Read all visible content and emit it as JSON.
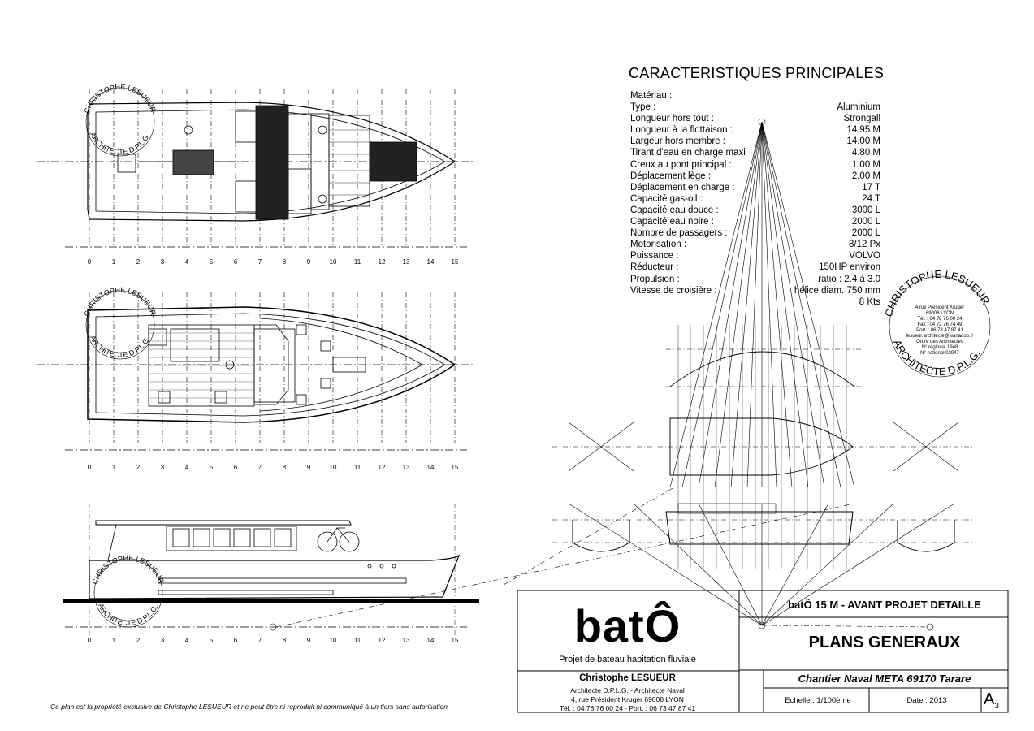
{
  "specs": {
    "title": "CARACTERISTIQUES PRINCIPALES",
    "rows": [
      {
        "label": "Matériau :",
        "value": ""
      },
      {
        "label": "Type :",
        "value": "Aluminium"
      },
      {
        "label": "Longueur hors tout :",
        "value": "Strongall"
      },
      {
        "label": "Longueur à la flottaison :",
        "value": "14.95 M"
      },
      {
        "label": "Largeur hors membre :",
        "value": "14.00 M"
      },
      {
        "label": "Tirant d'eau en charge maxi",
        "value": "4.80 M"
      },
      {
        "label": "Creux au pont principal :",
        "value": "1.00 M"
      },
      {
        "label": "Déplacement lège :",
        "value": "2.00 M"
      },
      {
        "label": "Déplacement en charge :",
        "value": "17 T"
      },
      {
        "label": "Capacité gas-oil :",
        "value": "24 T"
      },
      {
        "label": "Capacité eau douce :",
        "value": "3000 L"
      },
      {
        "label": "Capacité eau noire :",
        "value": "2000 L"
      },
      {
        "label": "Nombre de passagers :",
        "value": "2000 L"
      },
      {
        "label": "Motorisation :",
        "value": "8/12 Px"
      },
      {
        "label": "Puissance :",
        "value": "VOLVO"
      },
      {
        "label": "Réducteur :",
        "value": "150HP environ"
      },
      {
        "label": "Propulsion :",
        "value": "ratio : 2.4 à 3.0"
      },
      {
        "label": "Vitesse de croisière :",
        "value": "hélice diam. 750 mm"
      },
      {
        "label": "",
        "value": "8 Kts"
      }
    ]
  },
  "axis_ticks": [
    "0",
    "1",
    "2",
    "3",
    "4",
    "5",
    "6",
    "7",
    "8",
    "9",
    "10",
    "11",
    "12",
    "13",
    "14",
    "15"
  ],
  "stamp": {
    "name": "CHRISTOPHE LESUEUR",
    "title": "ARCHITECTE D.P.L.G.",
    "lines": [
      "4 rue Président Kruger",
      "69008 LYON",
      "Tél. : 04 78 76 00 24",
      "Fax : 04 72 76 74 49",
      "Port. : 06 73 47 87 41",
      "lesueur.architecte@wanadoo.fr",
      "Ordre des Architectes",
      "N° régional 1948",
      "N° national 02947"
    ]
  },
  "title_block": {
    "logo": "batÔ",
    "subtitle": "Projet de bateau habitation fluviale",
    "author": "Christophe LESUEUR",
    "author_line1": "Architecte D.P.L.G. - Architecte Naval",
    "author_line2": "4, rue Président Kruger 69008 LYON",
    "author_line3": "Tél. : 04 78 76 00 24 - Port. : 06 73 47 87 41",
    "project": "batÔ 15 M - AVANT PROJET DETAILLE",
    "sheet": "PLANS GENERAUX",
    "yard": "Chantier Naval META 69170 Tarare",
    "scale": "Echelle : 1/100ème",
    "date": "Date : 2013",
    "format": "A",
    "format_sub": "3"
  },
  "footer": "Ce plan est la propriété exclusive de Christophe LESUEUR et ne peut être ni reproduit ni communiqué à un tiers sans autorisation"
}
